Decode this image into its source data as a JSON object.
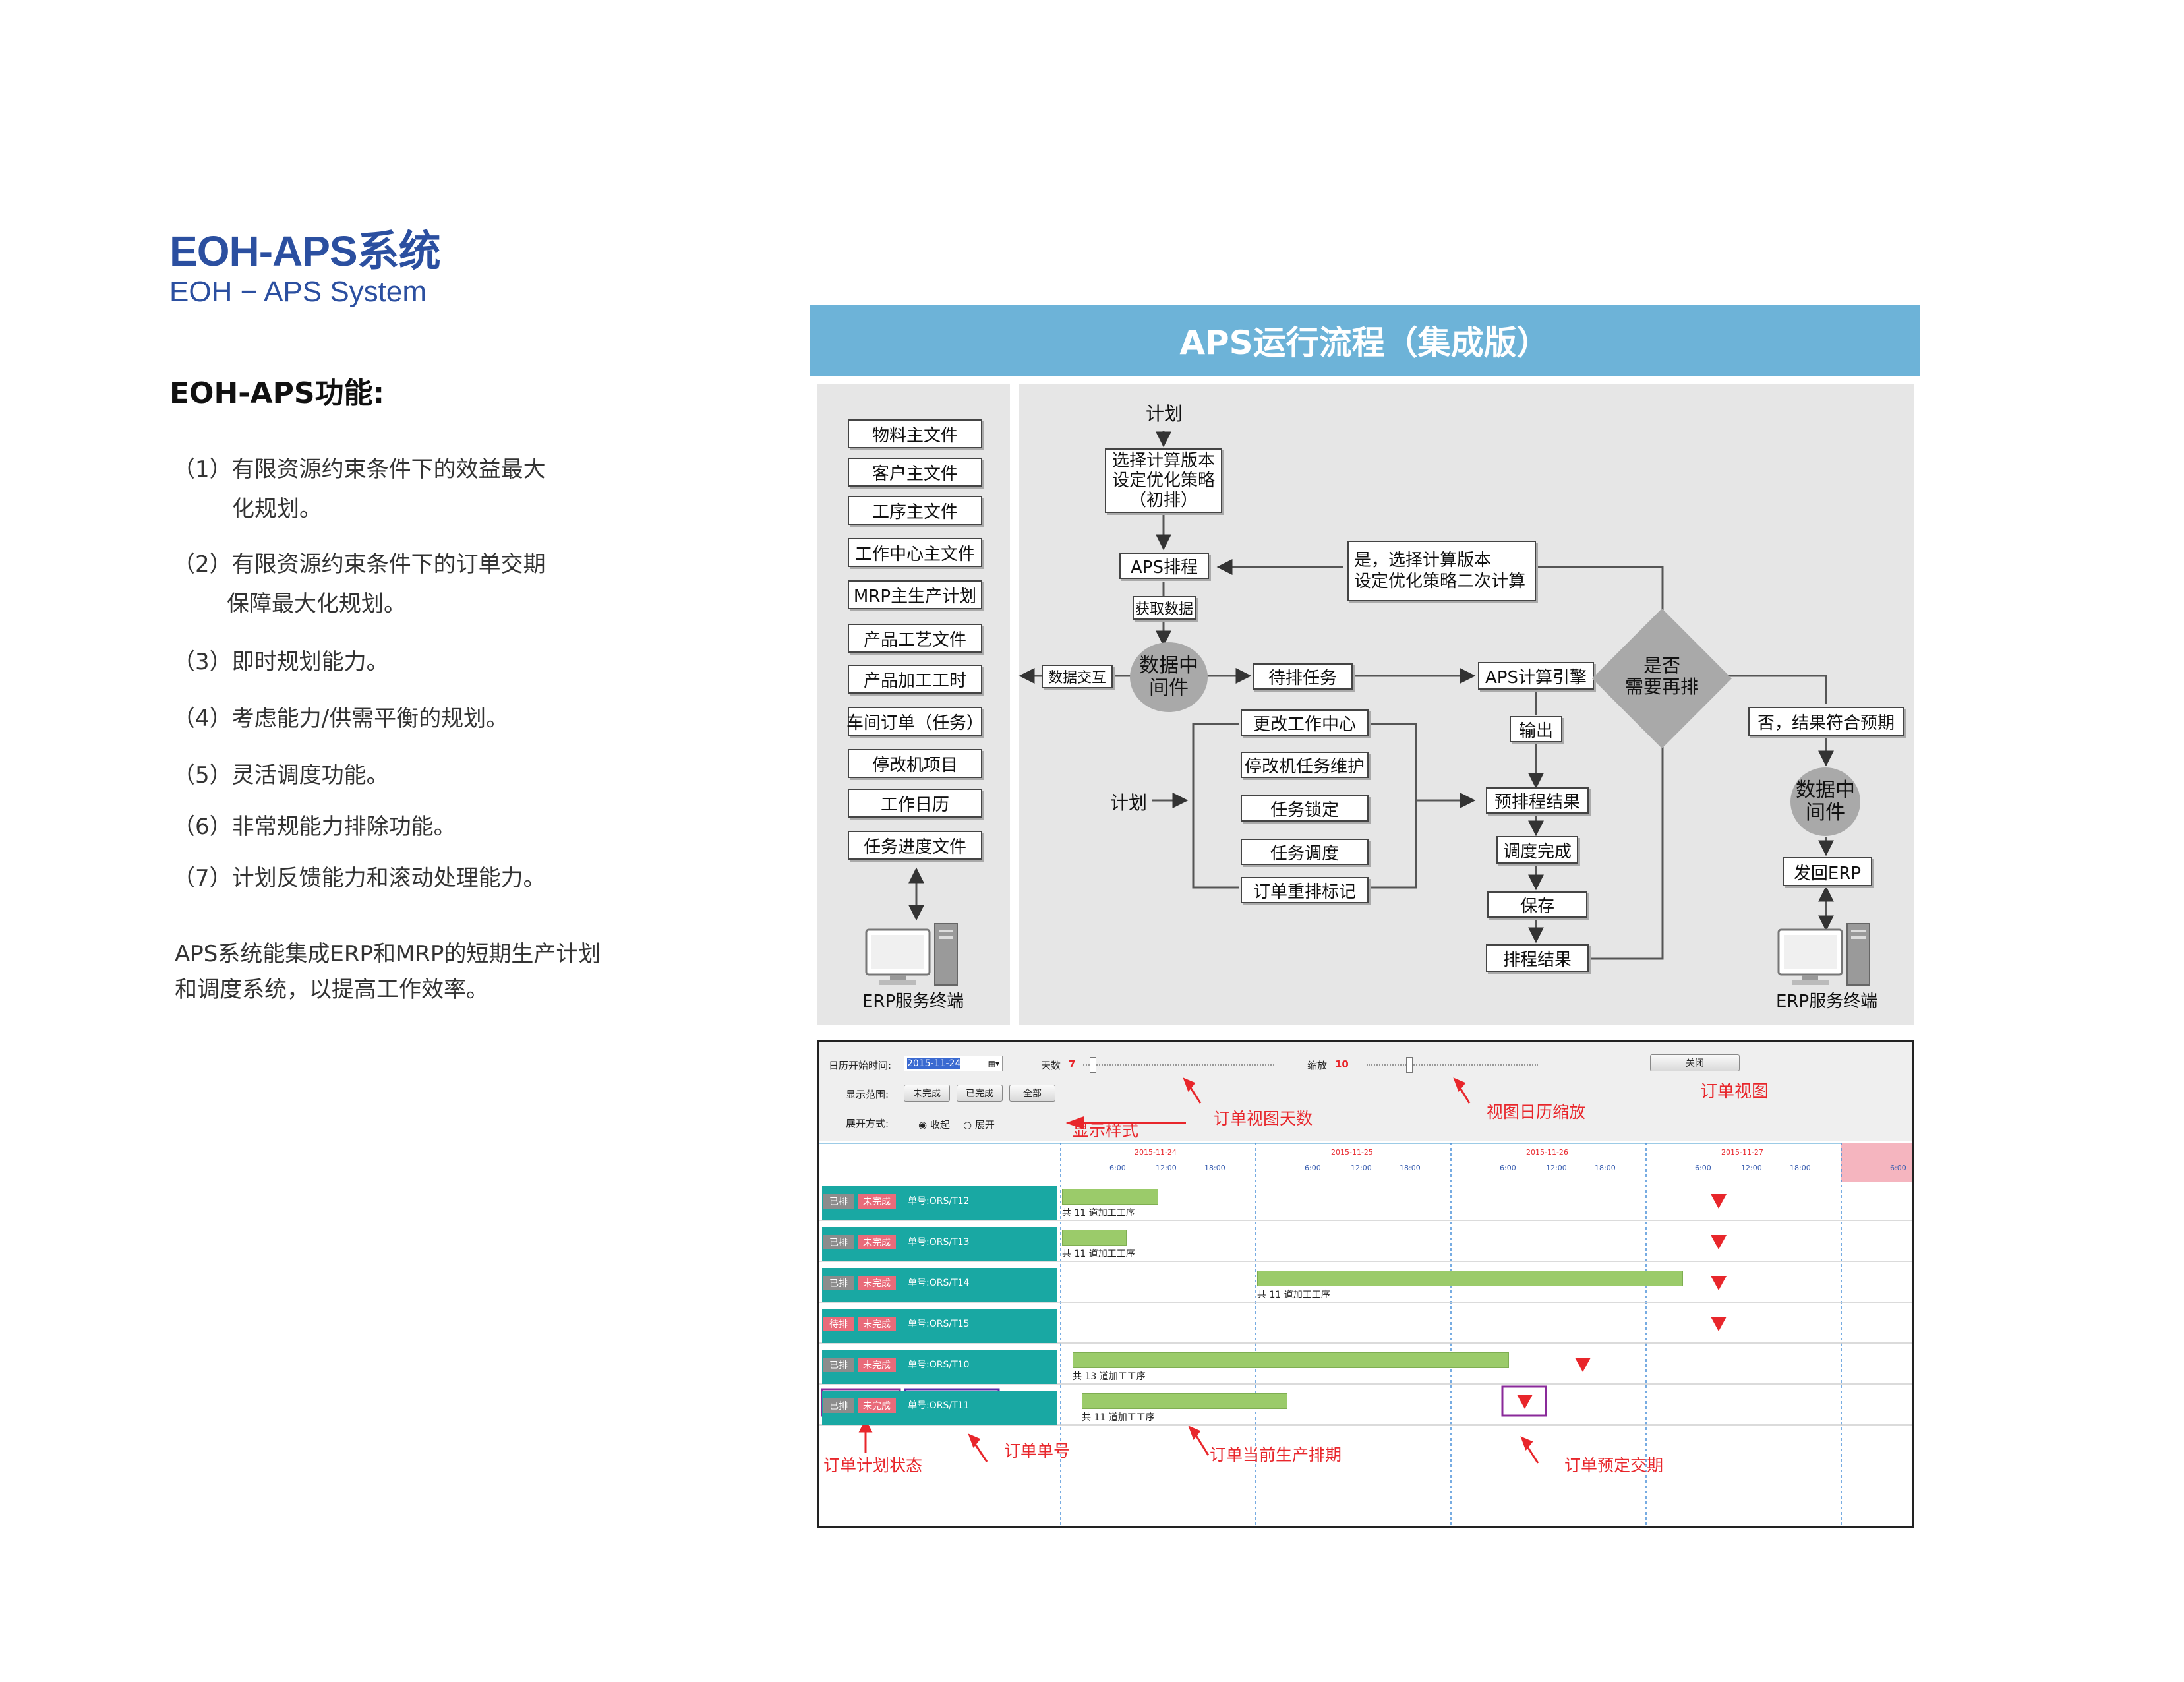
{
  "header": {
    "title_cn": "EOH-APS系统",
    "title_en": "EOH − APS System"
  },
  "functions": {
    "heading": "EOH-APS功能:",
    "items": [
      {
        "line1": "（1）有限资源约束条件下的效益最大",
        "line2": "化规划。"
      },
      {
        "line1": "（2）有限资源约束条件下的订单交期",
        "line2": "保障最大化规划。"
      },
      {
        "line1": "（3）即时规划能力。"
      },
      {
        "line1": "（4）考虑能力/供需平衡的规划。"
      },
      {
        "line1": "（5）灵活调度功能。"
      },
      {
        "line1": "（6）非常规能力排除功能。"
      },
      {
        "line1": "（7）计划反馈能力和滚动处理能力。"
      }
    ],
    "summary": [
      "APS系统能集成ERP和MRP的短期生产计划",
      "和调度系统，以提高工作效率。"
    ]
  },
  "flow": {
    "title": "APS运行流程（集成版）",
    "left_files": [
      "物料主文件",
      "客户主文件",
      "工序主文件",
      "工作中心主文件",
      "MRP主生产计划",
      "产品工艺文件",
      "产品加工工时",
      "车间订单（任务）",
      "停改机项目",
      "工作日历",
      "任务进度文件"
    ],
    "erp_terminal_label": "ERP服务终端",
    "plan_label": "计划",
    "select_version": [
      "选择计算版本",
      "设定优化策略",
      "（初排）"
    ],
    "aps_schedule": "APS排程",
    "get_data": "获取数据",
    "data_exchange": "数据交互",
    "middleware": [
      "数据中",
      "间件"
    ],
    "pending_tasks": "待排任务",
    "aps_engine": "APS计算引擎",
    "yes_branch": [
      "是，选择计算版本",
      "设定优化策略二次计算"
    ],
    "decision": [
      "是否",
      "需要再排"
    ],
    "no_branch": "否，结果符合预期",
    "output": "输出",
    "plan_label_2": "计划",
    "actions": [
      "更改工作中心",
      "停改机任务维护",
      "任务锁定",
      "任务调度",
      "订单重排标记"
    ],
    "pre_result": "预排程结果",
    "dispatch_done": "调度完成",
    "save": "保存",
    "schedule_result": "排程结果",
    "send_erp": "发回ERP",
    "erp_terminal_label_2": "ERP服务终端"
  },
  "gantt": {
    "controls": {
      "start_label": "日历开始时间:",
      "start_value": "2015-11-24",
      "days_label": "天数",
      "days_value": "7",
      "zoom_label": "缩放",
      "zoom_value": "10",
      "close_label": "关闭",
      "range_label": "显示范围:",
      "range_options": [
        "未完成",
        "已完成",
        "全部"
      ],
      "expand_label": "展开方式:",
      "expand_options": [
        "收起",
        "展开"
      ]
    },
    "dates": [
      "2015-11-24",
      "2015-11-25",
      "2015-11-26",
      "2015-11-27"
    ],
    "hours": [
      "6:00",
      "12:00",
      "18:00"
    ],
    "last_hour": "6:00",
    "rows": [
      {
        "status": "已排",
        "state": "未完成",
        "order": "单号:ORS/T12",
        "bar_text": "共 11 道加工工序"
      },
      {
        "status": "已排",
        "state": "未完成",
        "order": "单号:ORS/T13",
        "bar_text": "共 11 道加工工序"
      },
      {
        "status": "已排",
        "state": "未完成",
        "order": "单号:ORS/T14",
        "bar_text": "共 11 道加工工序"
      },
      {
        "status": "待排",
        "state": "未完成",
        "order": "单号:ORS/T15",
        "bar_text": ""
      },
      {
        "status": "已排",
        "state": "未完成",
        "order": "单号:ORS/T10",
        "bar_text": "共 13 道加工工序"
      },
      {
        "status": "已排",
        "state": "未完成",
        "order": "单号:ORS/T11",
        "bar_text": "共 11 道加工工序"
      }
    ],
    "annotations": {
      "order_view": "订单视图",
      "display_style": "显示样式",
      "view_days": "订单视图天数",
      "calendar_zoom": "视图日历缩放",
      "plan_status": "订单计划状态",
      "order_no": "订单单号",
      "current_schedule": "订单当前生产排期",
      "due_date": "订单预定交期"
    }
  }
}
